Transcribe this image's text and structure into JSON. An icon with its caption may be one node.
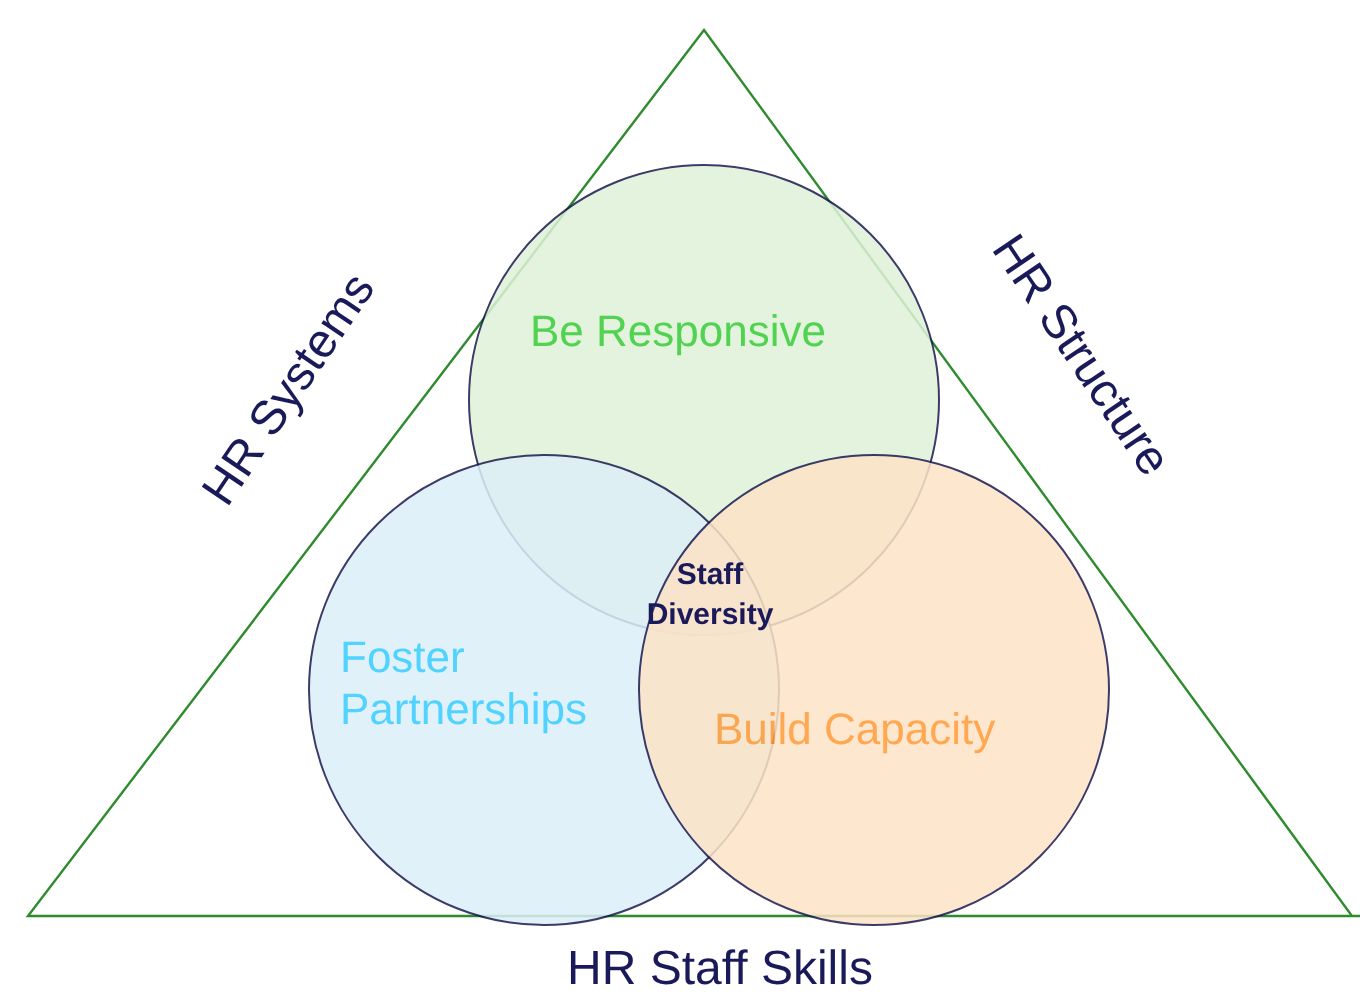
{
  "diagram": {
    "nodes": [
      {
        "text": [
          "Be Responsive"
        ]
      },
      {
        "text": [
          "Foster Partnerships"
        ]
      },
      {
        "text": [
          "Build Capacity"
        ]
      }
    ],
    "labels": [
      "HR Systems",
      "HR Structure",
      "Staff Diversity",
      "HR Staff Skills"
    ]
  }
}
